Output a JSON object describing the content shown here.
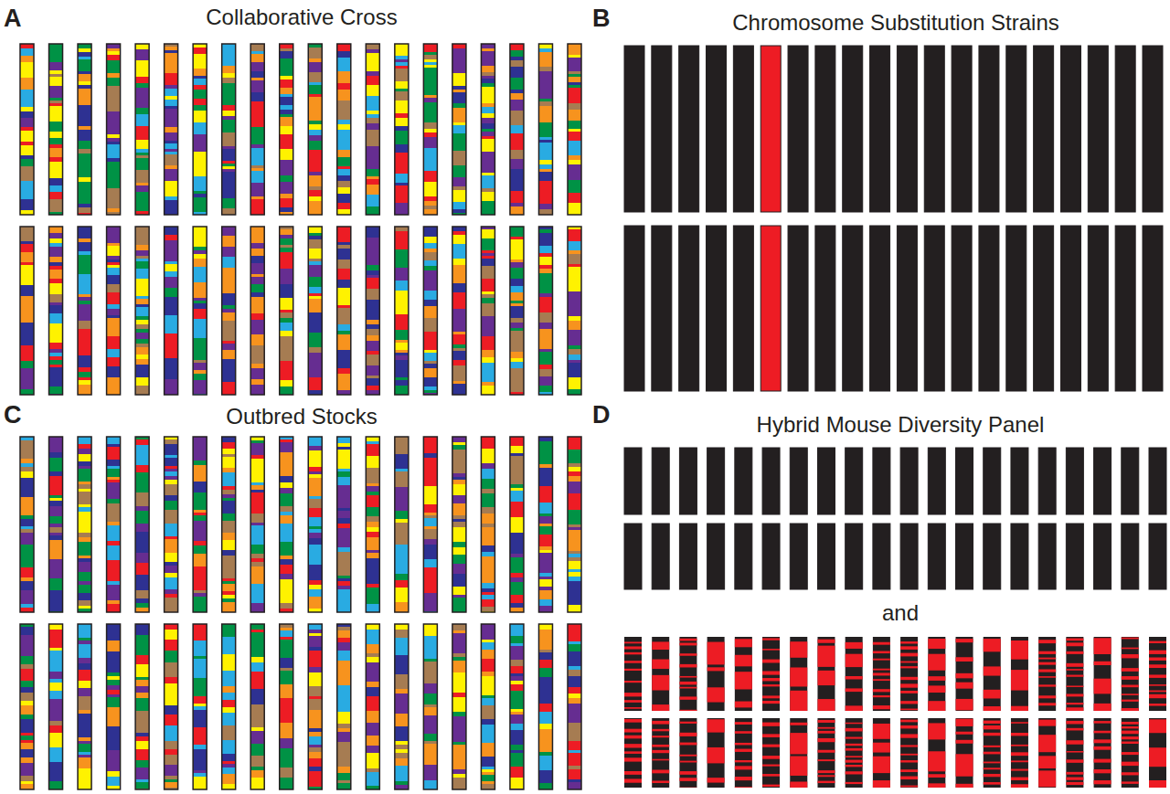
{
  "diagram": {
    "labels": [
      "A",
      "Collaborative Cross",
      "B",
      "Chromosome Substitution Strains",
      "C",
      "Outbred Stocks",
      "D",
      "Hybrid Mouse Diversity Panel",
      "and"
    ]
  }
}
